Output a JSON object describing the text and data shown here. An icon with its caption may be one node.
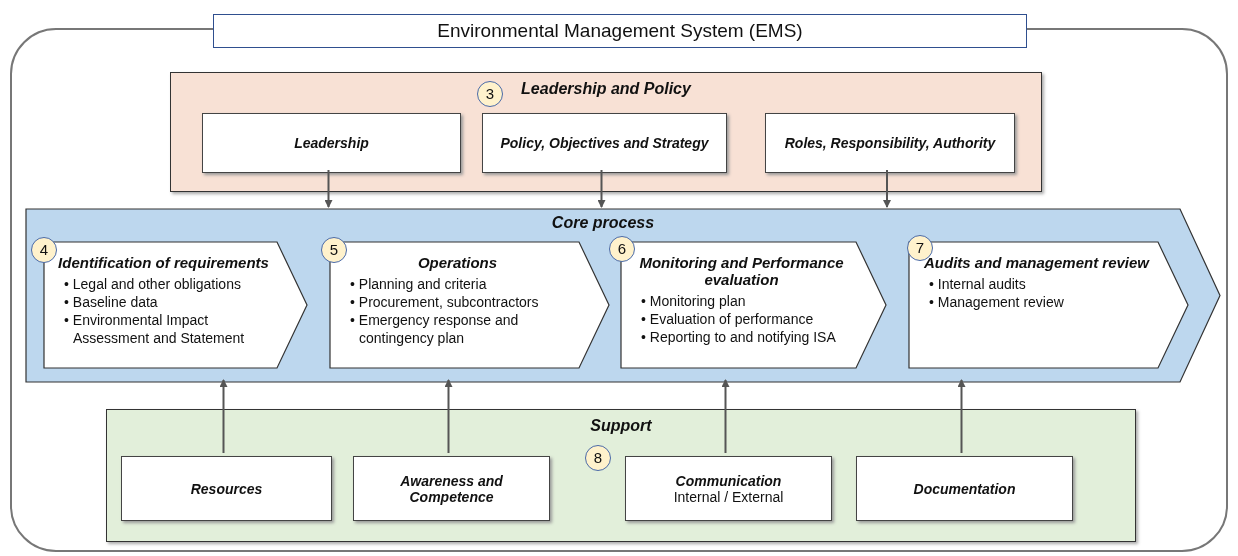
{
  "diagram": {
    "nodes": [
      {
        "text": [
          "Environmental Management System (EMS)"
        ]
      },
      {
        "text": [
          "Leadership and Policy"
        ],
        "in": 0
      },
      {
        "text": [
          "3"
        ],
        "in": 1
      },
      {
        "text": [
          "Leadership"
        ],
        "in": 1
      },
      {
        "text": [
          "Policy, Objectives and Strategy"
        ],
        "in": 1
      },
      {
        "text": [
          "Roles, Responsibility, Authority"
        ],
        "in": 1
      },
      {
        "text": [
          "Core process"
        ],
        "in": 0
      },
      {
        "text": [
          "4"
        ],
        "in": 6
      },
      {
        "text": [
          "Identification of requirements",
          "• Legal and other obligations",
          "• Baseline data",
          "• Environmental Impact Assessment and Statement"
        ],
        "in": 6
      },
      {
        "text": [
          "5"
        ],
        "in": 6
      },
      {
        "text": [
          "Operations",
          "• Planning and criteria",
          "• Procurement, subcontractors",
          "• Emergency response and contingency plan"
        ],
        "in": 6
      },
      {
        "text": [
          "6"
        ],
        "in": 6
      },
      {
        "text": [
          "Monitoring and Performance evaluation",
          "• Monitoring plan",
          "• Evaluation of performance",
          "• Reporting to and notifying ISA"
        ],
        "in": 6
      },
      {
        "text": [
          "7"
        ],
        "in": 6
      },
      {
        "text": [
          "Audits and management review",
          "• Internal audits",
          "• Management review"
        ],
        "in": 6
      },
      {
        "text": [
          "Support"
        ],
        "in": 0
      },
      {
        "text": [
          "Resources"
        ],
        "in": 15
      },
      {
        "text": [
          "Awareness and Competence"
        ],
        "in": 15
      },
      {
        "text": [
          "8"
        ],
        "in": 15
      },
      {
        "text": [
          "Communication",
          "Internal / External"
        ],
        "in": 15
      },
      {
        "text": [
          "Documentation"
        ],
        "in": 15
      }
    ],
    "edges": [
      {
        "from": 3,
        "to": 6,
        "arrow": "to"
      },
      {
        "from": 4,
        "to": 6,
        "arrow": "to"
      },
      {
        "from": 5,
        "to": 6,
        "arrow": "to"
      },
      {
        "from": 16,
        "to": 6,
        "arrow": "to"
      },
      {
        "from": 17,
        "to": 6,
        "arrow": "to"
      },
      {
        "from": 19,
        "to": 6,
        "arrow": "to"
      },
      {
        "from": 20,
        "to": 6,
        "arrow": "to"
      }
    ]
  }
}
